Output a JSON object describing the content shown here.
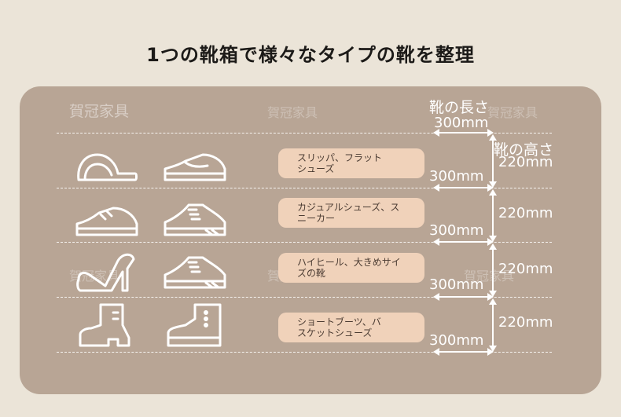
{
  "title": "1つの靴箱で様々なタイプの靴を整理",
  "watermark": "賀冠家具",
  "dimensions": {
    "length_label": "靴の長さ",
    "height_label": "靴の高さ",
    "length_value": "300mm",
    "height_value": "220mm"
  },
  "rows": [
    {
      "label_line1": "スリッパ、フラット",
      "label_line2": "シューズ",
      "icons": [
        "slipper-icon",
        "flat-shoe-icon"
      ]
    },
    {
      "label_line1": "カジュアルシューズ、ス",
      "label_line2": "ニーカー",
      "icons": [
        "casual-shoe-icon",
        "sneaker-icon"
      ]
    },
    {
      "label_line1": "ハイヒール、大きめサイ",
      "label_line2": "ズの靴",
      "icons": [
        "high-heel-icon",
        "sneaker-icon"
      ]
    },
    {
      "label_line1": "ショートブーツ、バ",
      "label_line2": "スケットシューズ",
      "icons": [
        "short-boot-icon",
        "basket-shoe-icon"
      ]
    }
  ],
  "colors": {
    "background": "#ebe4d8",
    "panel": "#b8a595",
    "pill": "#f0d2ba",
    "line": "#ffffff"
  }
}
